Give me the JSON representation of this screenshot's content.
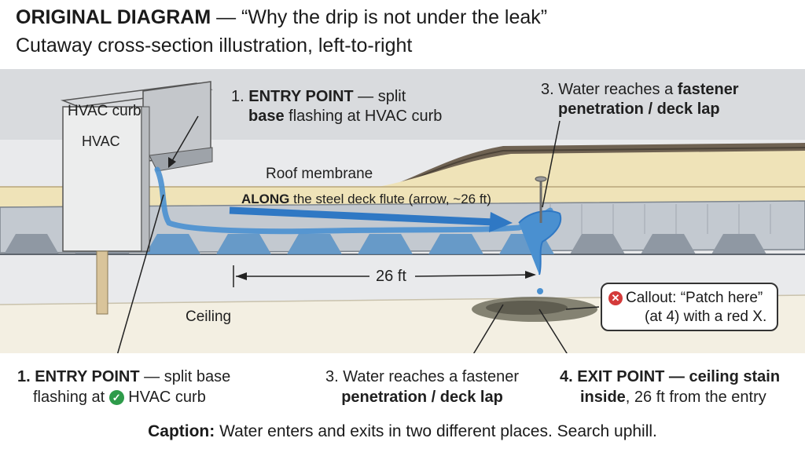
{
  "header": {
    "title_bold": "ORIGINAL DIAGRAM",
    "title_rest": " — “Why the drip is not under the leak”",
    "subtitle": "Cutaway cross-section illustration, left-to-right"
  },
  "scene": {
    "hvac_curb_label": "HVAC curb",
    "hvac_label": "HVAC",
    "roof_membrane_label": "Roof membrane",
    "ceiling_label": "Ceiling",
    "arrow_label_bold": "ALONG",
    "arrow_label_rest": " the steel deck flute (arrow, ~26 ft)",
    "dimension_label": "26 ft",
    "entry_top": {
      "num": "1. ",
      "bold1": "ENTRY POINT",
      "rest1": " — split",
      "bold2": "base",
      "rest2": " flashing at HVAC curb"
    },
    "fastener_top": {
      "line1_plain": "3. Water reaches a ",
      "line1_bold": "fastener",
      "line2_bold": "penetration / deck lap"
    },
    "callout": {
      "line1": "Callout: “Patch here”",
      "line2": "(at 4) with a red X.",
      "icon": "red-x-icon"
    }
  },
  "bottom_labels": {
    "entry": {
      "line1_bold": "1. ENTRY POINT",
      "line1_rest": " — split base",
      "line2_a": "flashing at ",
      "line2_b": " HVAC curb",
      "icon": "green-check-icon"
    },
    "fastener": {
      "line1": "3. Water reaches a fastener",
      "line2_bold": "penetration / deck lap"
    },
    "exit": {
      "line1_bold": "4. EXIT POINT — ceiling stain",
      "line2_bold": "inside",
      "line2_rest": ", 26 ft from the entry"
    }
  },
  "caption": {
    "bold": "Caption:",
    "rest": " Water enters and exits in two different places. Search uphill."
  },
  "colors": {
    "water": "#4a90d0",
    "arrow": "#2f78c4",
    "insulation": "#efe3b8",
    "deck": "#b9c0c8",
    "membrane": "#7a6a58"
  }
}
